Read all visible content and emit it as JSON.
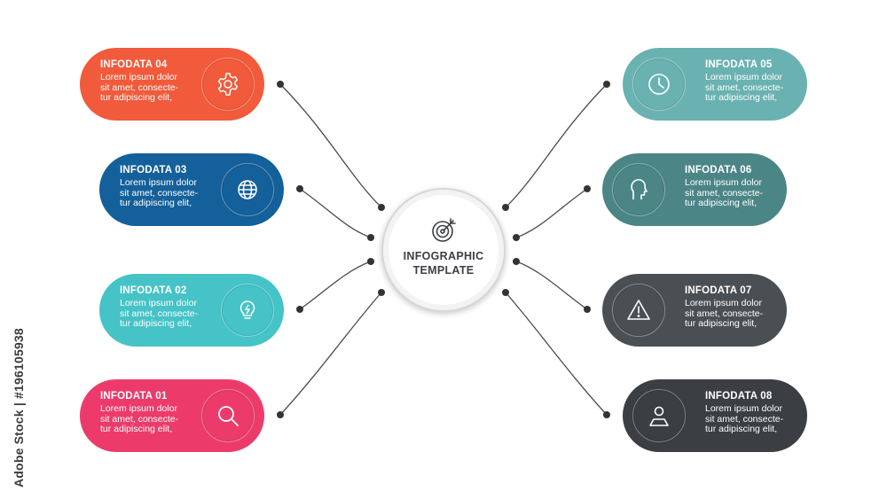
{
  "center": {
    "title_line1": "INFOGRAPHIC",
    "title_line2": "TEMPLATE",
    "icon": "target-icon"
  },
  "credit": "Adobe Stock | #196105938",
  "items": [
    {
      "id": "04",
      "title": "INFODATA 04",
      "body": [
        "Lorem ipsum dolor",
        "sit amet, consecte-",
        "tur adipiscing elit,"
      ],
      "icon": "gear-icon",
      "color": "#f15a3a",
      "side": "left"
    },
    {
      "id": "03",
      "title": "INFODATA 03",
      "body": [
        "Lorem ipsum dolor",
        "sit amet, consecte-",
        "tur adipiscing elit,"
      ],
      "icon": "globe-icon",
      "color": "#14609a",
      "side": "left"
    },
    {
      "id": "02",
      "title": "INFODATA 02",
      "body": [
        "Lorem ipsum dolor",
        "sit amet, consecte-",
        "tur adipiscing elit,"
      ],
      "icon": "lightbulb-icon",
      "color": "#45c3c7",
      "side": "left"
    },
    {
      "id": "01",
      "title": "INFODATA 01",
      "body": [
        "Lorem ipsum dolor",
        "sit amet, consecte-",
        "tur adipiscing elit,"
      ],
      "icon": "magnifier-icon",
      "color": "#ec3b6a",
      "side": "left"
    },
    {
      "id": "05",
      "title": "INFODATA 05",
      "body": [
        "Lorem ipsum dolor",
        "sit amet, consecte-",
        "tur adipiscing elit,"
      ],
      "icon": "clock-icon",
      "color": "#6ab2b1",
      "side": "right"
    },
    {
      "id": "06",
      "title": "INFODATA 06",
      "body": [
        "Lorem ipsum dolor",
        "sit amet, consecte-",
        "tur adipiscing elit,"
      ],
      "icon": "head-profile-icon",
      "color": "#4b8586",
      "side": "right"
    },
    {
      "id": "07",
      "title": "INFODATA 07",
      "body": [
        "Lorem ipsum dolor",
        "sit amet, consecte-",
        "tur adipiscing elit,"
      ],
      "icon": "warning-icon",
      "color": "#4a4f53",
      "side": "right"
    },
    {
      "id": "08",
      "title": "INFODATA 08",
      "body": [
        "Lorem ipsum dolor",
        "sit amet, consecte-",
        "tur adipiscing elit,"
      ],
      "icon": "map-pin-icon",
      "color": "#3b3e42",
      "side": "right"
    }
  ]
}
